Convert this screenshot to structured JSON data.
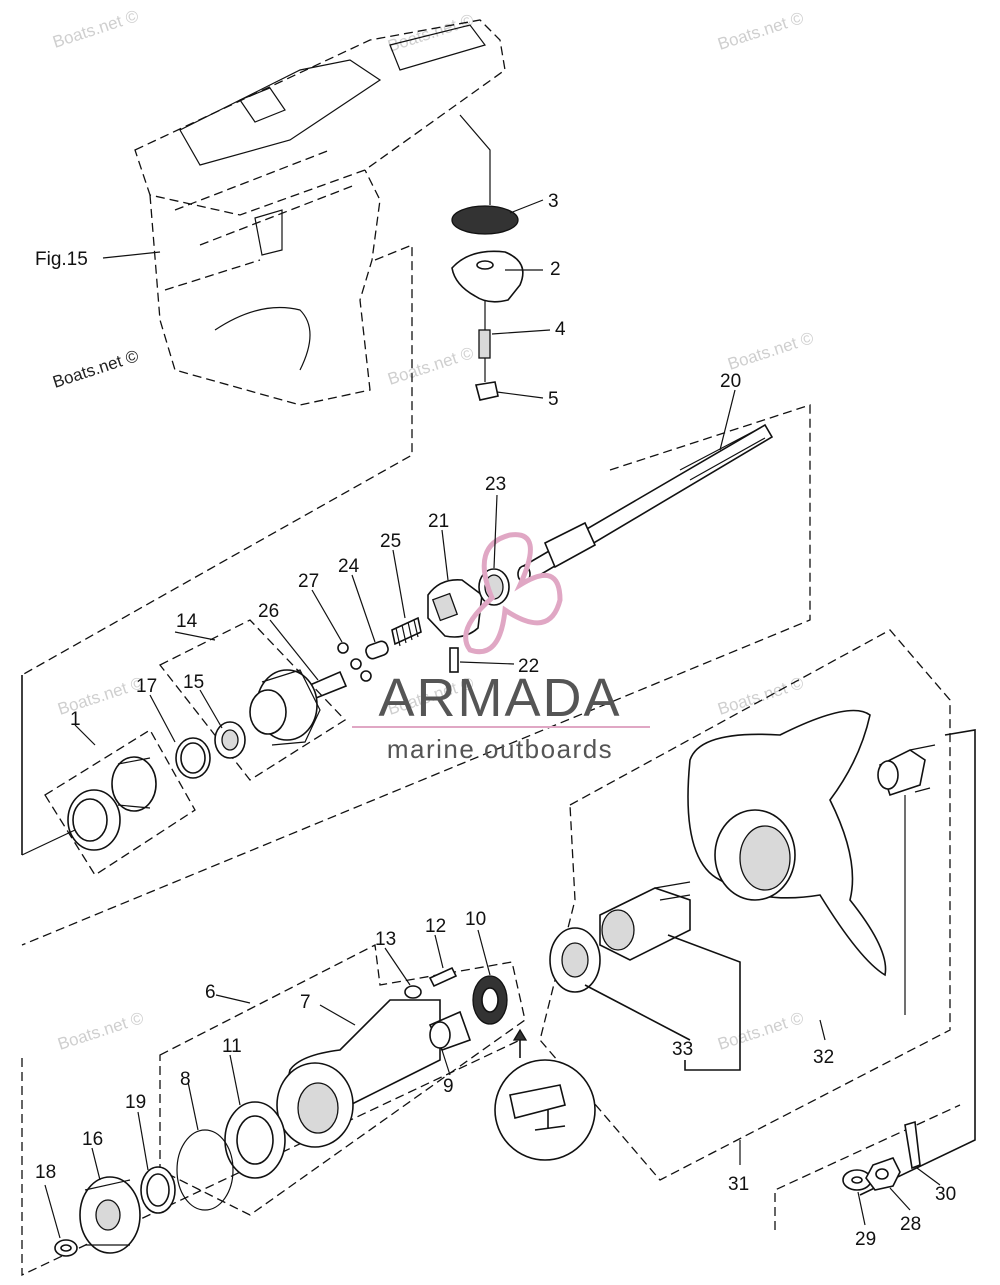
{
  "figure_ref": "Fig.15",
  "watermark": "Boats.net ©",
  "brand": {
    "name": "ARMADA",
    "tagline": "marine outboards",
    "accent_color": "#e0a7c4",
    "text_color": "#555555"
  },
  "callouts": [
    "1",
    "2",
    "3",
    "4",
    "5",
    "6",
    "7",
    "8",
    "9",
    "10",
    "11",
    "12",
    "13",
    "14",
    "15",
    "16",
    "17",
    "18",
    "19",
    "20",
    "21",
    "22",
    "23",
    "24",
    "25",
    "26",
    "27",
    "28",
    "29",
    "30",
    "31",
    "32",
    "33"
  ]
}
